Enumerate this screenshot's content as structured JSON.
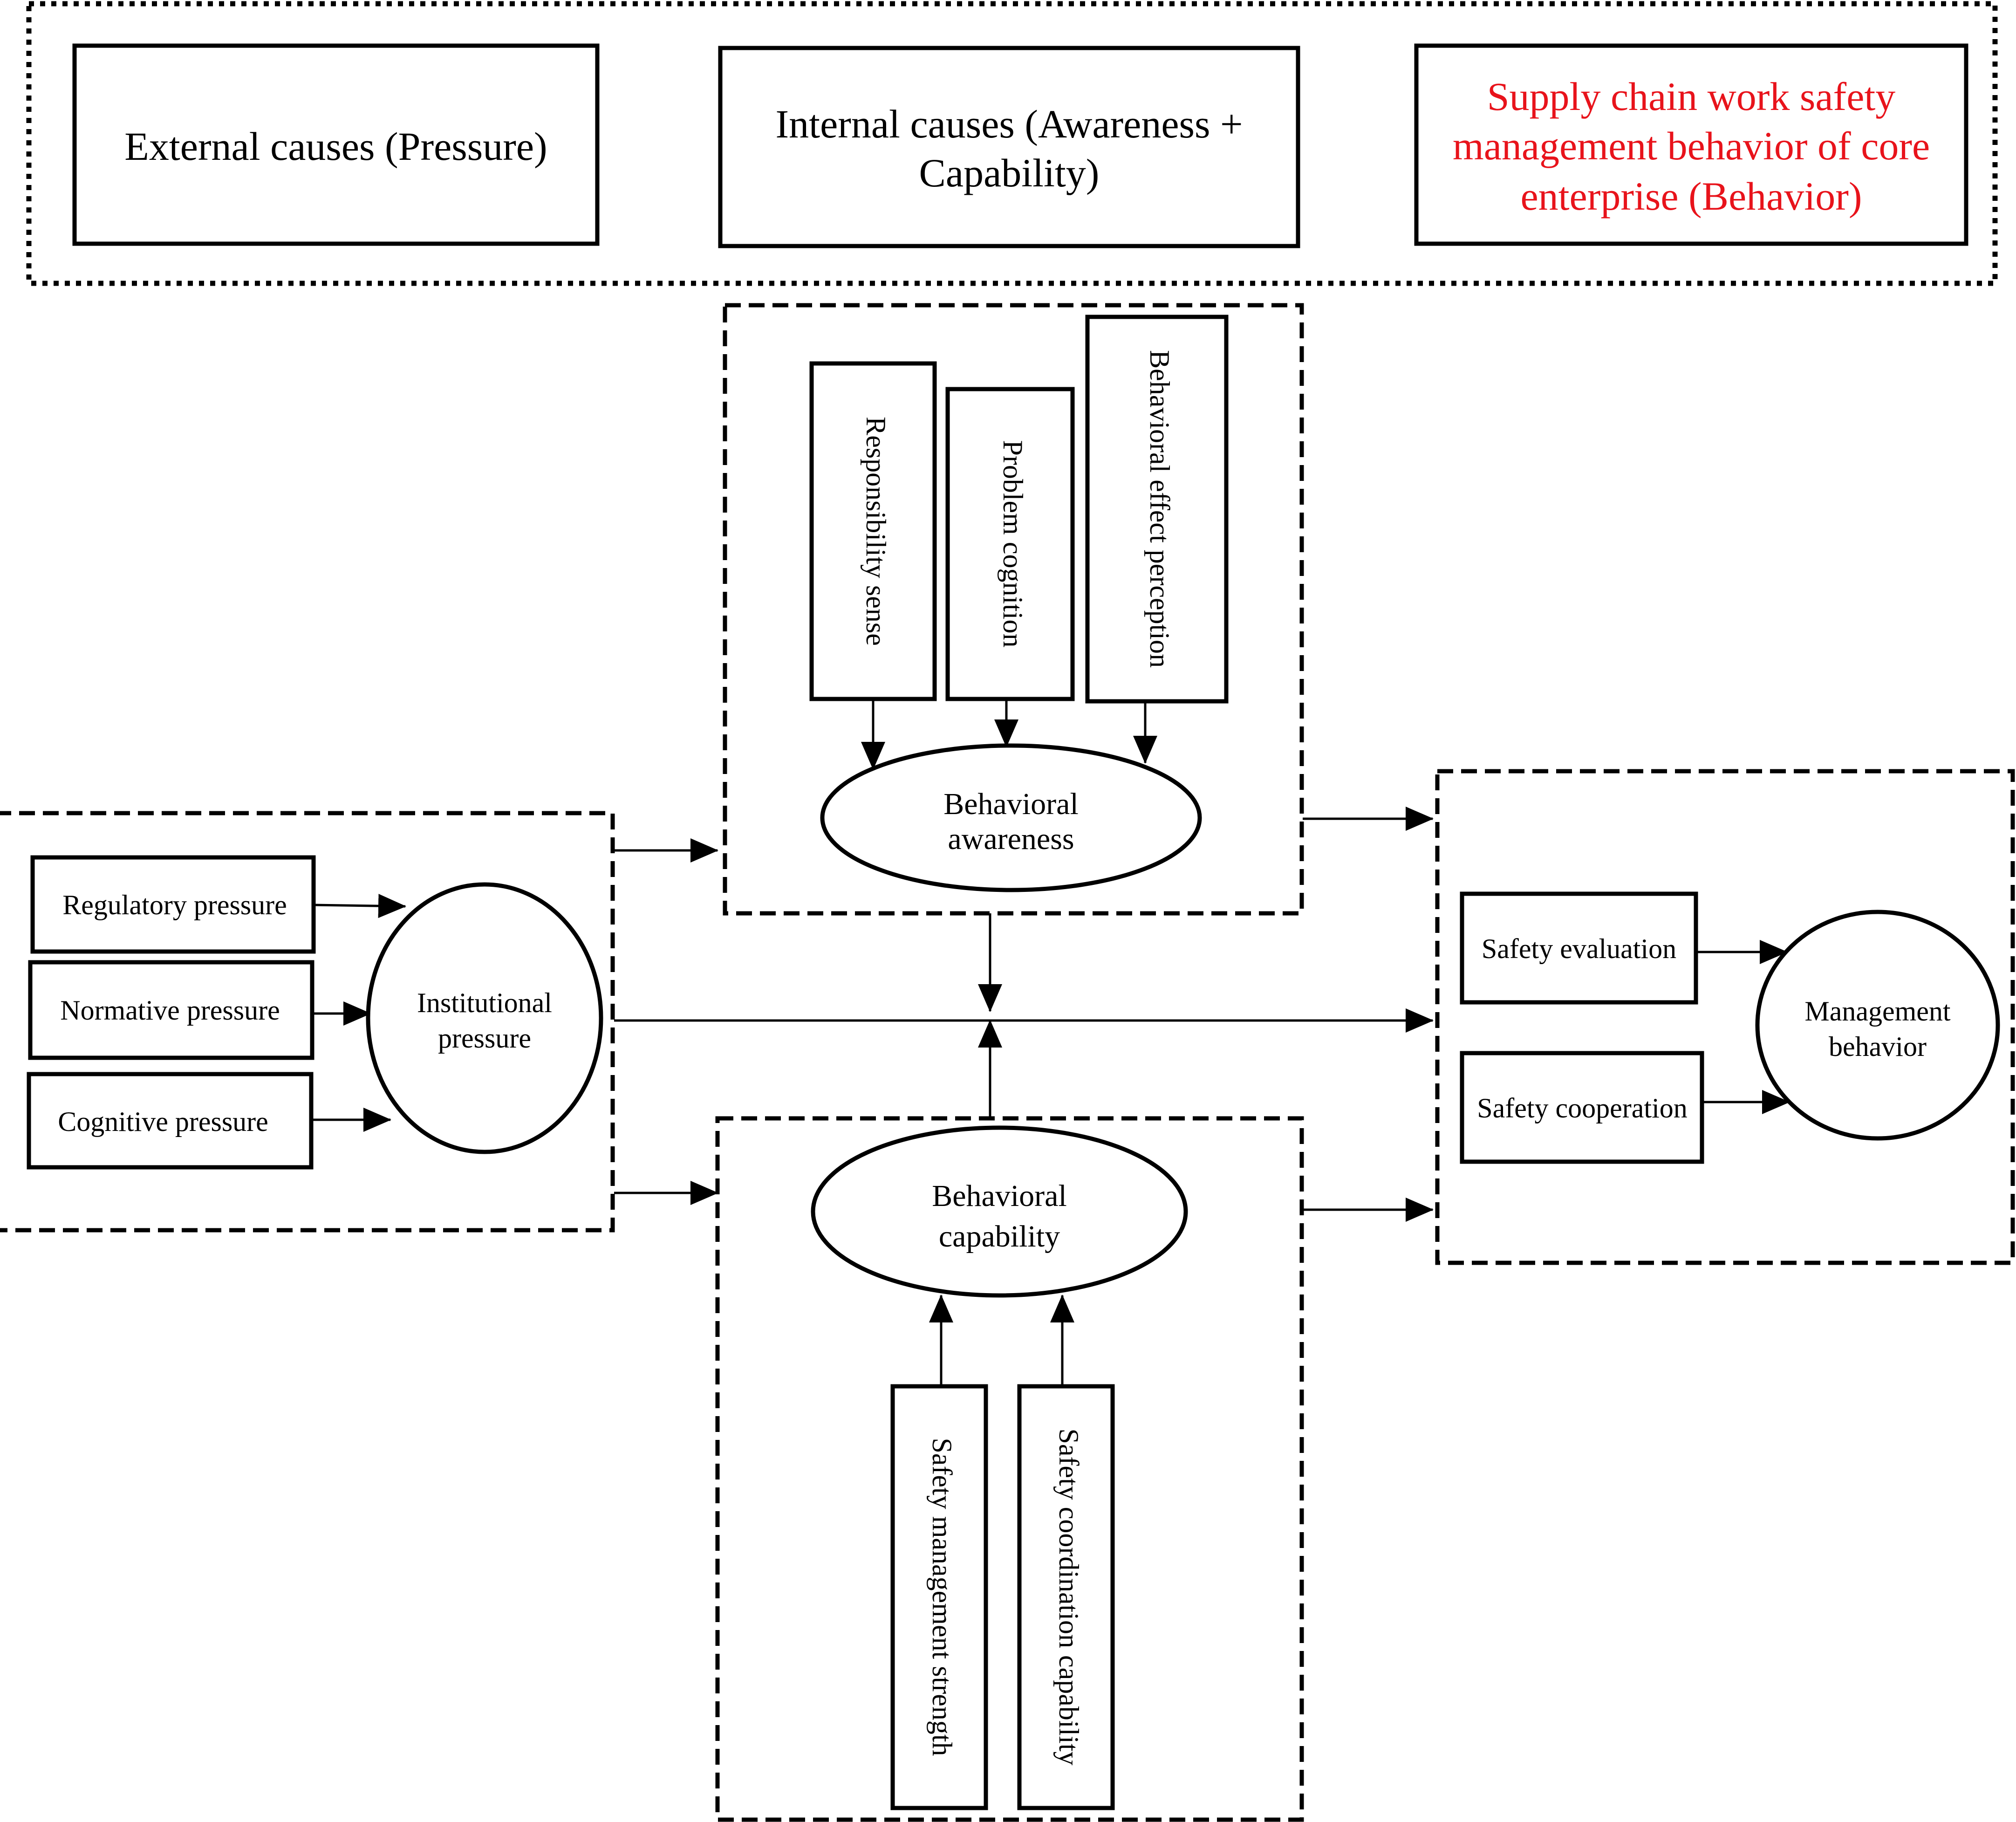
{
  "header": {
    "external_causes": "External causes (Pressure)",
    "internal_causes_line1": "Internal causes (Awareness +",
    "internal_causes_line2": "Capability)",
    "behavior_line1": "Supply chain work safety",
    "behavior_line2": "management behavior of core",
    "behavior_line3": "enterprise (Behavior)",
    "behavior_color": "#e8131b"
  },
  "awareness_group": {
    "factors": [
      "Responsibility sense",
      "Problem cognition",
      "Behavioral effect perception"
    ],
    "construct_line1": "Behavioral",
    "construct_line2": "awareness"
  },
  "pressure_group": {
    "factors": [
      "Regulatory pressure",
      "Normative pressure",
      "Cognitive pressure"
    ],
    "construct_line1": "Institutional",
    "construct_line2": "pressure"
  },
  "capability_group": {
    "construct_line1": "Behavioral",
    "construct_line2": "capability",
    "factors": [
      "Safety management strength",
      "Safety coordination capability"
    ]
  },
  "behavior_group": {
    "factors": [
      "Safety evaluation",
      "Safety cooperation"
    ],
    "construct_line1": "Management",
    "construct_line2": "behavior"
  }
}
